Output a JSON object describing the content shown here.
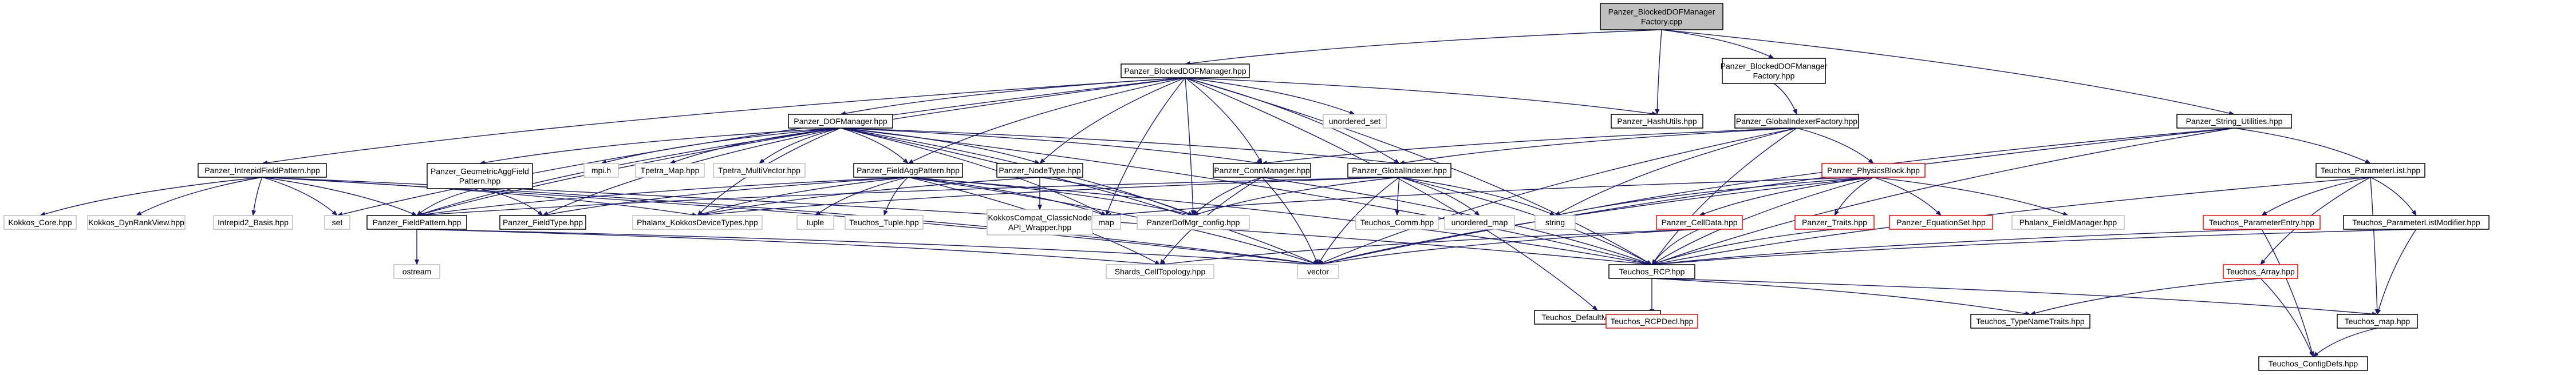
{
  "title": "Panzer_BlockedDOFManagerFactory.cpp",
  "colors": {
    "edge": "#191970",
    "normal_border": "#000000",
    "truncated_border": "#ff0000",
    "root_fill": "#bfbfbf",
    "node_fill": "#ffffff",
    "external_border": "#bfbfbf"
  },
  "nodes": [
    {
      "id": "root",
      "label": [
        "Panzer_BlockedDOFManager",
        "Factory.cpp"
      ],
      "kind": "root"
    },
    {
      "id": "blocked_dof_mgr",
      "label": [
        "Panzer_BlockedDOFManager.hpp"
      ],
      "kind": "normal"
    },
    {
      "id": "blocked_dof_mgr_factory",
      "label": [
        "Panzer_BlockedDOFManager",
        "Factory.hpp"
      ],
      "kind": "normal"
    },
    {
      "id": "string_utilities",
      "label": [
        "Panzer_String_Utilities.hpp"
      ],
      "kind": "normal"
    },
    {
      "id": "hash_utils",
      "label": [
        "Panzer_HashUtils.hpp"
      ],
      "kind": "normal"
    },
    {
      "id": "unordered_set",
      "label": [
        "unordered_set"
      ],
      "kind": "external"
    },
    {
      "id": "global_indexer_factory",
      "label": [
        "Panzer_GlobalIndexerFactory.hpp"
      ],
      "kind": "normal"
    },
    {
      "id": "dof_manager",
      "label": [
        "Panzer_DOFManager.hpp"
      ],
      "kind": "normal"
    },
    {
      "id": "intrepid_field_pattern",
      "label": [
        "Panzer_IntrepidFieldPattern.hpp"
      ],
      "kind": "normal"
    },
    {
      "id": "physics_block",
      "label": [
        "Panzer_PhysicsBlock.hpp"
      ],
      "kind": "truncated"
    },
    {
      "id": "teuchos_parameter_list",
      "label": [
        "Teuchos_ParameterList.hpp"
      ],
      "kind": "normal"
    },
    {
      "id": "geometric_agg_field_pattern",
      "label": [
        "Panzer_GeometricAggField",
        "Pattern.hpp"
      ],
      "kind": "normal"
    },
    {
      "id": "mpi_h",
      "label": [
        "mpi.h"
      ],
      "kind": "external"
    },
    {
      "id": "tpetra_map",
      "label": [
        "Tpetra_Map.hpp"
      ],
      "kind": "external"
    },
    {
      "id": "tpetra_multivector",
      "label": [
        "Tpetra_MultiVector.hpp"
      ],
      "kind": "external"
    },
    {
      "id": "field_agg_pattern",
      "label": [
        "Panzer_FieldAggPattern.hpp"
      ],
      "kind": "normal"
    },
    {
      "id": "node_type",
      "label": [
        "Panzer_NodeType.hpp"
      ],
      "kind": "normal"
    },
    {
      "id": "conn_manager",
      "label": [
        "Panzer_ConnManager.hpp"
      ],
      "kind": "normal"
    },
    {
      "id": "global_indexer",
      "label": [
        "Panzer_GlobalIndexer.hpp"
      ],
      "kind": "normal"
    },
    {
      "id": "kokkos_core",
      "label": [
        "Kokkos_Core.hpp"
      ],
      "kind": "external"
    },
    {
      "id": "kokkos_dynrankview",
      "label": [
        "Kokkos_DynRankView.hpp"
      ],
      "kind": "external"
    },
    {
      "id": "intrepid2_basis",
      "label": [
        "Intrepid2_Basis.hpp"
      ],
      "kind": "external"
    },
    {
      "id": "set",
      "label": [
        "set"
      ],
      "kind": "external"
    },
    {
      "id": "field_pattern",
      "label": [
        "Panzer_FieldPattern.hpp"
      ],
      "kind": "normal"
    },
    {
      "id": "phalanx_kokkos_device_types",
      "label": [
        "Phalanx_KokkosDeviceTypes.hpp"
      ],
      "kind": "external"
    },
    {
      "id": "field_type",
      "label": [
        "Panzer_FieldType.hpp"
      ],
      "kind": "normal"
    },
    {
      "id": "tuple",
      "label": [
        "tuple"
      ],
      "kind": "external"
    },
    {
      "id": "teuchos_tuple",
      "label": [
        "Teuchos_Tuple.hpp"
      ],
      "kind": "external"
    },
    {
      "id": "kokkos_compat",
      "label": [
        "KokkosCompat_ClassicNode",
        "API_Wrapper.hpp"
      ],
      "kind": "external"
    },
    {
      "id": "map",
      "label": [
        "map"
      ],
      "kind": "external"
    },
    {
      "id": "panzer_dof_mgr_config",
      "label": [
        "PanzerDofMgr_config.hpp"
      ],
      "kind": "external"
    },
    {
      "id": "teuchos_comm",
      "label": [
        "Teuchos_Comm.hpp"
      ],
      "kind": "external"
    },
    {
      "id": "unordered_map",
      "label": [
        "unordered_map"
      ],
      "kind": "external"
    },
    {
      "id": "string",
      "label": [
        "string"
      ],
      "kind": "external"
    },
    {
      "id": "cell_data",
      "label": [
        "Panzer_CellData.hpp"
      ],
      "kind": "truncated"
    },
    {
      "id": "panzer_traits",
      "label": [
        "Panzer_Traits.hpp"
      ],
      "kind": "truncated"
    },
    {
      "id": "equation_set",
      "label": [
        "Panzer_EquationSet.hpp"
      ],
      "kind": "truncated"
    },
    {
      "id": "phalanx_field_manager",
      "label": [
        "Phalanx_FieldManager.hpp"
      ],
      "kind": "external"
    },
    {
      "id": "teuchos_parameter_entry",
      "label": [
        "Teuchos_ParameterEntry.hpp"
      ],
      "kind": "truncated"
    },
    {
      "id": "teuchos_parameter_list_modifier",
      "label": [
        "Teuchos_ParameterListModifier.hpp"
      ],
      "kind": "normal"
    },
    {
      "id": "ostream",
      "label": [
        "ostream"
      ],
      "kind": "external"
    },
    {
      "id": "shards_cell_topology",
      "label": [
        "Shards_CellTopology.hpp"
      ],
      "kind": "external"
    },
    {
      "id": "vector",
      "label": [
        "vector"
      ],
      "kind": "external"
    },
    {
      "id": "teuchos_rcp",
      "label": [
        "Teuchos_RCP.hpp"
      ],
      "kind": "normal"
    },
    {
      "id": "teuchos_array",
      "label": [
        "Teuchos_Array.hpp"
      ],
      "kind": "truncated"
    },
    {
      "id": "teuchos_default_mpi_comm",
      "label": [
        "Teuchos_DefaultMpiComm.hpp"
      ],
      "kind": "normal"
    },
    {
      "id": "teuchos_rcp_decl",
      "label": [
        "Teuchos_RCPDecl.hpp"
      ],
      "kind": "truncated"
    },
    {
      "id": "teuchos_type_name_traits",
      "label": [
        "Teuchos_TypeNameTraits.hpp"
      ],
      "kind": "normal"
    },
    {
      "id": "teuchos_map",
      "label": [
        "Teuchos_map.hpp"
      ],
      "kind": "normal"
    },
    {
      "id": "teuchos_config_defs",
      "label": [
        "Teuchos_ConfigDefs.hpp"
      ],
      "kind": "normal"
    }
  ],
  "edges": [
    [
      "root",
      "blocked_dof_mgr"
    ],
    [
      "root",
      "blocked_dof_mgr_factory"
    ],
    [
      "root",
      "string_utilities"
    ],
    [
      "root",
      "hash_utils"
    ],
    [
      "blocked_dof_mgr",
      "unordered_set"
    ],
    [
      "blocked_dof_mgr",
      "hash_utils"
    ],
    [
      "blocked_dof_mgr",
      "dof_manager"
    ],
    [
      "blocked_dof_mgr",
      "intrepid_field_pattern"
    ],
    [
      "blocked_dof_mgr",
      "field_agg_pattern"
    ],
    [
      "blocked_dof_mgr",
      "node_type"
    ],
    [
      "blocked_dof_mgr",
      "conn_manager"
    ],
    [
      "blocked_dof_mgr",
      "global_indexer"
    ],
    [
      "blocked_dof_mgr",
      "field_pattern"
    ],
    [
      "blocked_dof_mgr",
      "map"
    ],
    [
      "blocked_dof_mgr",
      "panzer_dof_mgr_config"
    ],
    [
      "blocked_dof_mgr",
      "teuchos_rcp"
    ],
    [
      "blocked_dof_mgr",
      "teuchos_default_mpi_comm"
    ],
    [
      "blocked_dof_mgr",
      "set"
    ],
    [
      "blocked_dof_mgr_factory",
      "global_indexer_factory"
    ],
    [
      "global_indexer_factory",
      "global_indexer"
    ],
    [
      "global_indexer_factory",
      "physics_block"
    ],
    [
      "global_indexer_factory",
      "conn_manager"
    ],
    [
      "global_indexer_factory",
      "teuchos_rcp"
    ],
    [
      "global_indexer_factory",
      "vector"
    ],
    [
      "global_indexer_factory",
      "string"
    ],
    [
      "string_utilities",
      "teuchos_parameter_list"
    ],
    [
      "string_utilities",
      "string"
    ],
    [
      "string_utilities",
      "vector"
    ],
    [
      "string_utilities",
      "teuchos_rcp"
    ],
    [
      "dof_manager",
      "geometric_agg_field_pattern"
    ],
    [
      "dof_manager",
      "mpi_h"
    ],
    [
      "dof_manager",
      "tpetra_map"
    ],
    [
      "dof_manager",
      "tpetra_multivector"
    ],
    [
      "dof_manager",
      "field_agg_pattern"
    ],
    [
      "dof_manager",
      "node_type"
    ],
    [
      "dof_manager",
      "conn_manager"
    ],
    [
      "dof_manager",
      "global_indexer"
    ],
    [
      "dof_manager",
      "field_pattern"
    ],
    [
      "dof_manager",
      "field_type"
    ],
    [
      "dof_manager",
      "phalanx_kokkos_device_types"
    ],
    [
      "dof_manager",
      "map"
    ],
    [
      "dof_manager",
      "panzer_dof_mgr_config"
    ],
    [
      "dof_manager",
      "teuchos_rcp"
    ],
    [
      "dof_manager",
      "vector"
    ],
    [
      "intrepid_field_pattern",
      "kokkos_core"
    ],
    [
      "intrepid_field_pattern",
      "kokkos_dynrankview"
    ],
    [
      "intrepid_field_pattern",
      "intrepid2_basis"
    ],
    [
      "intrepid_field_pattern",
      "set"
    ],
    [
      "intrepid_field_pattern",
      "field_pattern"
    ],
    [
      "intrepid_field_pattern",
      "phalanx_kokkos_device_types"
    ],
    [
      "intrepid_field_pattern",
      "teuchos_rcp"
    ],
    [
      "intrepid_field_pattern",
      "vector"
    ],
    [
      "geometric_agg_field_pattern",
      "field_pattern"
    ],
    [
      "geometric_agg_field_pattern",
      "field_type"
    ],
    [
      "geometric_agg_field_pattern",
      "vector"
    ],
    [
      "field_agg_pattern",
      "field_pattern"
    ],
    [
      "field_agg_pattern",
      "field_type"
    ],
    [
      "field_agg_pattern",
      "phalanx_kokkos_device_types"
    ],
    [
      "field_agg_pattern",
      "tuple"
    ],
    [
      "field_agg_pattern",
      "teuchos_tuple"
    ],
    [
      "field_agg_pattern",
      "map"
    ],
    [
      "field_agg_pattern",
      "panzer_dof_mgr_config"
    ],
    [
      "field_agg_pattern",
      "teuchos_rcp"
    ],
    [
      "field_agg_pattern",
      "vector"
    ],
    [
      "field_agg_pattern",
      "shards_cell_topology"
    ],
    [
      "node_type",
      "kokkos_compat"
    ],
    [
      "node_type",
      "phalanx_kokkos_device_types"
    ],
    [
      "node_type",
      "panzer_dof_mgr_config"
    ],
    [
      "conn_manager",
      "shards_cell_topology"
    ],
    [
      "conn_manager",
      "panzer_dof_mgr_config"
    ],
    [
      "conn_manager",
      "teuchos_rcp"
    ],
    [
      "conn_manager",
      "vector"
    ],
    [
      "global_indexer",
      "teuchos_comm"
    ],
    [
      "global_indexer",
      "unordered_map"
    ],
    [
      "global_indexer",
      "string"
    ],
    [
      "global_indexer",
      "teuchos_rcp"
    ],
    [
      "global_indexer",
      "vector"
    ],
    [
      "global_indexer",
      "panzer_dof_mgr_config"
    ],
    [
      "global_indexer",
      "phalanx_kokkos_device_types"
    ],
    [
      "global_indexer",
      "field_pattern"
    ],
    [
      "field_pattern",
      "ostream"
    ],
    [
      "field_pattern",
      "shards_cell_topology"
    ],
    [
      "field_pattern",
      "vector"
    ],
    [
      "physics_block",
      "cell_data"
    ],
    [
      "physics_block",
      "panzer_traits"
    ],
    [
      "physics_block",
      "equation_set"
    ],
    [
      "physics_block",
      "phalanx_field_manager"
    ],
    [
      "physics_block",
      "string"
    ],
    [
      "physics_block",
      "map"
    ],
    [
      "physics_block",
      "teuchos_rcp"
    ],
    [
      "physics_block",
      "vector"
    ],
    [
      "cell_data",
      "teuchos_rcp"
    ],
    [
      "cell_data",
      "shards_cell_topology"
    ],
    [
      "cell_data",
      "vector"
    ],
    [
      "panzer_traits",
      "teuchos_rcp"
    ],
    [
      "teuchos_parameter_list",
      "teuchos_parameter_entry"
    ],
    [
      "teuchos_parameter_list",
      "teuchos_parameter_list_modifier"
    ],
    [
      "teuchos_parameter_list",
      "teuchos_array"
    ],
    [
      "teuchos_parameter_list",
      "teuchos_map"
    ],
    [
      "teuchos_parameter_list",
      "teuchos_rcp"
    ],
    [
      "teuchos_parameter_entry",
      "teuchos_rcp"
    ],
    [
      "teuchos_parameter_entry",
      "teuchos_config_defs"
    ],
    [
      "teuchos_parameter_list_modifier",
      "teuchos_rcp"
    ],
    [
      "teuchos_parameter_list_modifier",
      "teuchos_map"
    ],
    [
      "teuchos_array",
      "teuchos_config_defs"
    ],
    [
      "teuchos_array",
      "teuchos_type_name_traits"
    ],
    [
      "teuchos_rcp",
      "teuchos_rcp_decl"
    ],
    [
      "teuchos_rcp",
      "teuchos_type_name_traits"
    ],
    [
      "teuchos_rcp",
      "teuchos_map"
    ],
    [
      "teuchos_map",
      "teuchos_config_defs"
    ]
  ]
}
